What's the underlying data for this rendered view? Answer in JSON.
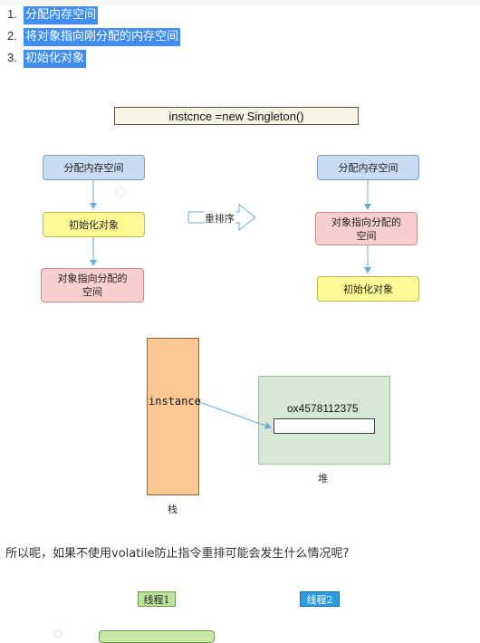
{
  "list": {
    "items": [
      {
        "num": "1.",
        "text": "分配内存空间"
      },
      {
        "num": "2.",
        "text": "将对象指向刚分配的内存空间"
      },
      {
        "num": "3.",
        "text": "初始化对象"
      }
    ]
  },
  "diagram1": {
    "title": "instcnce =new Singleton()",
    "left": {
      "step1": "分配内存空间",
      "step2": "初始化对象",
      "step3_line1": "对象指向分配的",
      "step3_line2": "空间"
    },
    "arrow_label": "重排序",
    "right": {
      "step1": "分配内存空间",
      "step2_line1": "对象指向分配的",
      "step2_line2": "空间",
      "step3": "初始化对象"
    }
  },
  "diagram2": {
    "stack_var": "instance",
    "stack_label": "栈",
    "heap_address": "ox4578112375",
    "heap_label": "堆"
  },
  "paragraph": "所以呢，如果不使用volatile防止指令重排可能会发生什么情况呢?",
  "diagram3": {
    "thread1": "线程1",
    "thread2": "线程2"
  },
  "colors": {
    "highlight": "#3f8df5",
    "blue_box": "#c7dcf3",
    "yellow_box": "#fdfb96",
    "pink_box": "#f8cfcf",
    "stack": "#fcc891",
    "heap": "#d5e8d4",
    "thread1": "#b9e39a",
    "thread2": "#2d9be0"
  }
}
